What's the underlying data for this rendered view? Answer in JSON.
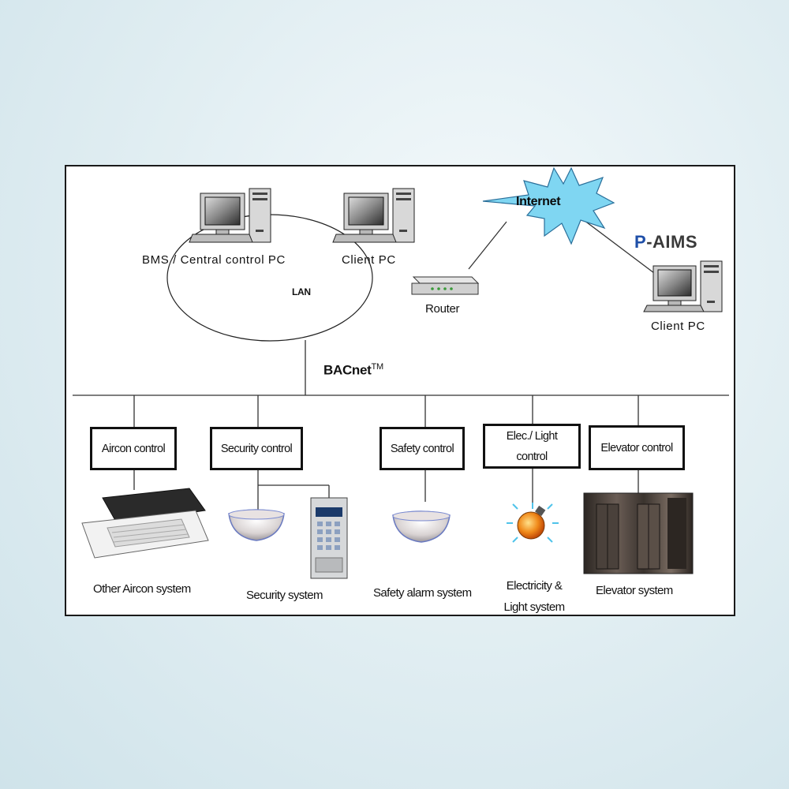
{
  "diagram": {
    "nodes": {
      "bms_pc": "BMS / Central control PC",
      "client_pc_lan": "Client PC",
      "lan": "LAN",
      "router": "Router",
      "internet": "Internet",
      "p_aims": "P-AIMS",
      "client_pc_remote": "Client PC",
      "bacnet": "BACnet",
      "bacnet_tm": "TM"
    },
    "controls": {
      "aircon": "Aircon control",
      "security": "Security control",
      "safety": "Safety control",
      "elec_light": [
        "Elec./ Light",
        "control"
      ],
      "elevator": "Elevator control"
    },
    "systems": {
      "aircon": "Other Aircon system",
      "security": "Security system",
      "safety": "Safety alarm system",
      "elec_light": [
        "Electricity &",
        "Light system"
      ],
      "elevator": "Elevator system"
    },
    "colors": {
      "p_aims_p": "#1f4fa8",
      "p_aims_rest": "#3a3a3a",
      "internet_burst": "#7fd6f2"
    }
  }
}
